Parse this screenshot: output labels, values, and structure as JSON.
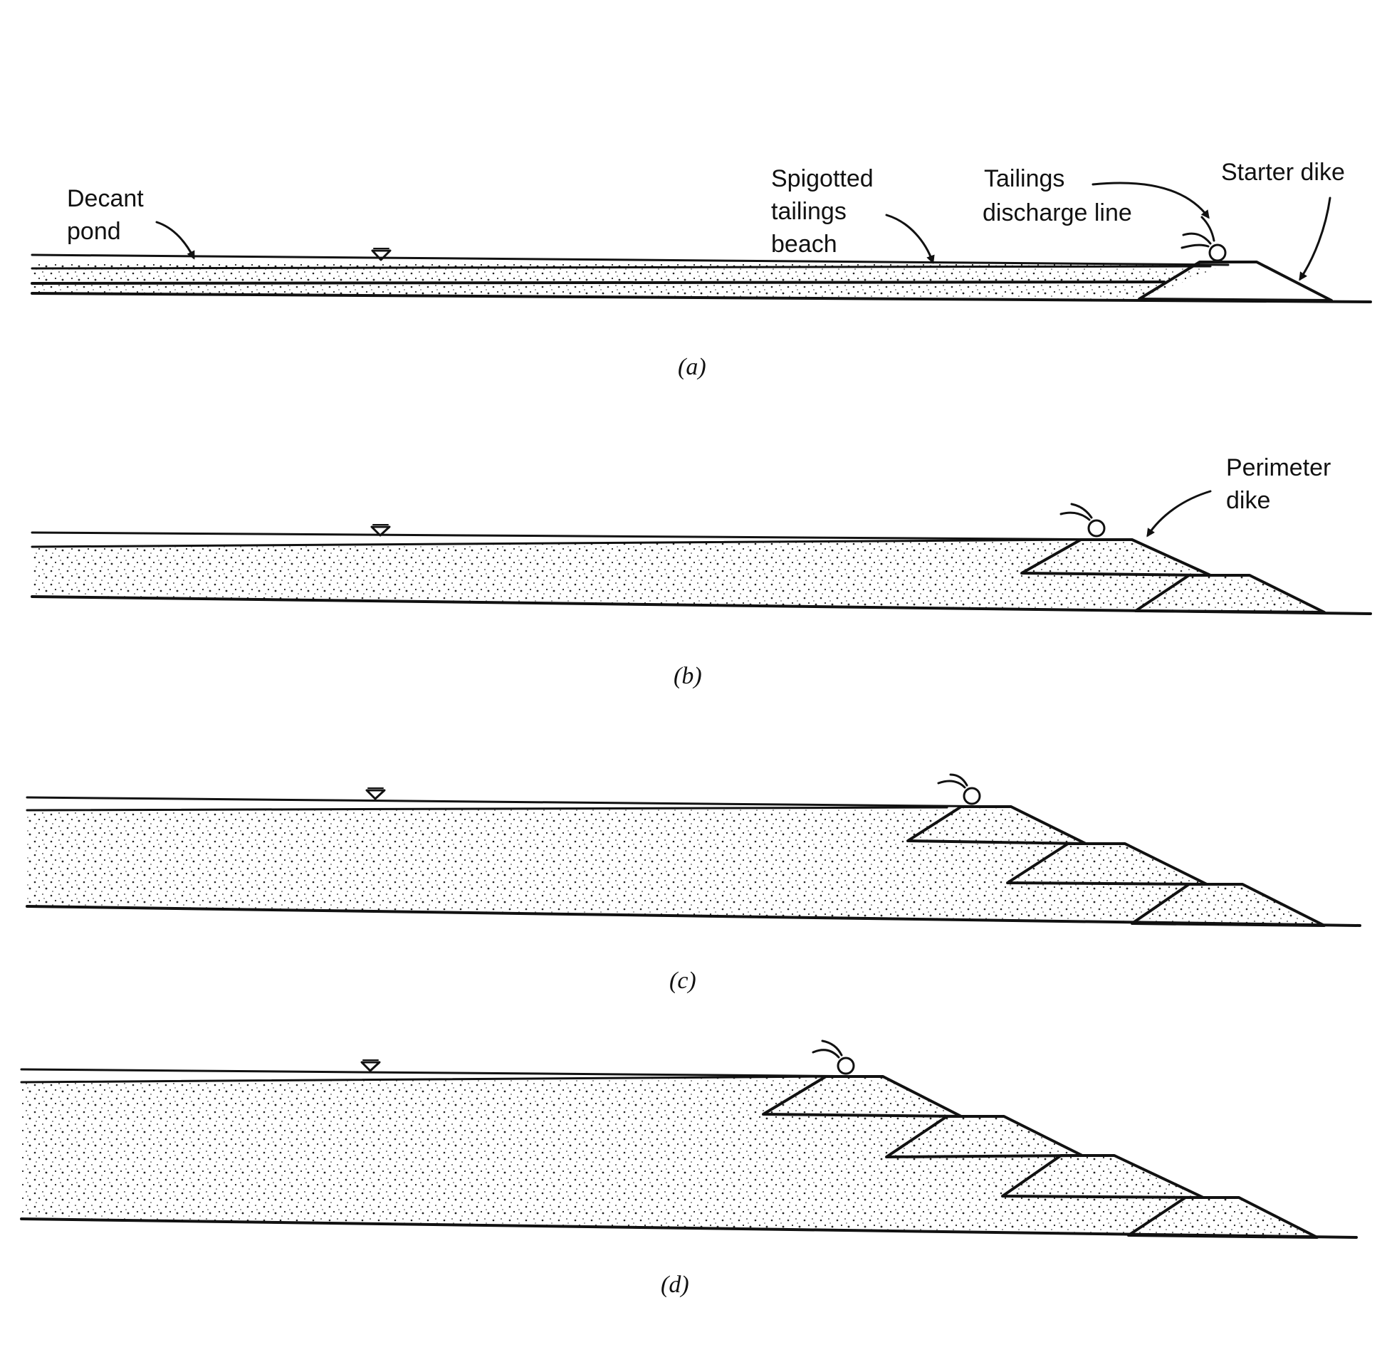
{
  "labels": {
    "decant_pond": [
      "Decant",
      "pond"
    ],
    "spigotted_beach": [
      "Spigotted",
      "tailings",
      "beach"
    ],
    "discharge_line": [
      "Tailings",
      "discharge line"
    ],
    "starter_dike": "Starter dike",
    "perimeter_dike": [
      "Perimeter",
      "dike"
    ]
  },
  "captions": {
    "a": "(a)",
    "b": "(b)",
    "c": "(c)",
    "d": "(d)"
  }
}
